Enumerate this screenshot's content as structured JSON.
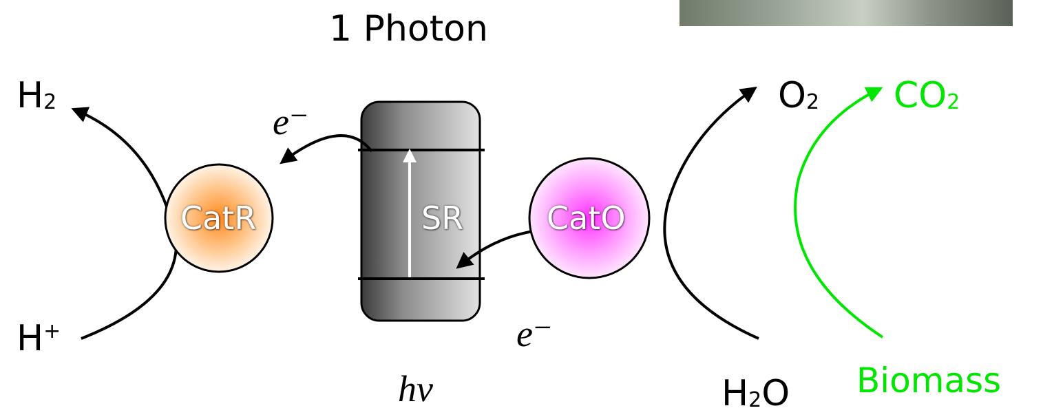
{
  "title": "1 Photon",
  "species": {
    "h2": {
      "base": "H",
      "sub": "2"
    },
    "h_plus": {
      "base": "H",
      "sup": "+"
    },
    "o2": {
      "base": "O",
      "sub": "2"
    },
    "h2o": {
      "base": "H",
      "sub": "2",
      "tail": "O"
    },
    "co2": {
      "base": "CO",
      "sub": "2"
    },
    "biomass": "Biomass"
  },
  "catalysts": {
    "reduction": "CatR",
    "semiconductor": "SR",
    "oxidation": "CatO"
  },
  "electron_label": "e⁻",
  "photon_label": "hν",
  "colors": {
    "catr": "#ff8a1e",
    "cato": "#ff33ff",
    "biomass_cycle": "#00e600",
    "arrow": "#000000"
  }
}
